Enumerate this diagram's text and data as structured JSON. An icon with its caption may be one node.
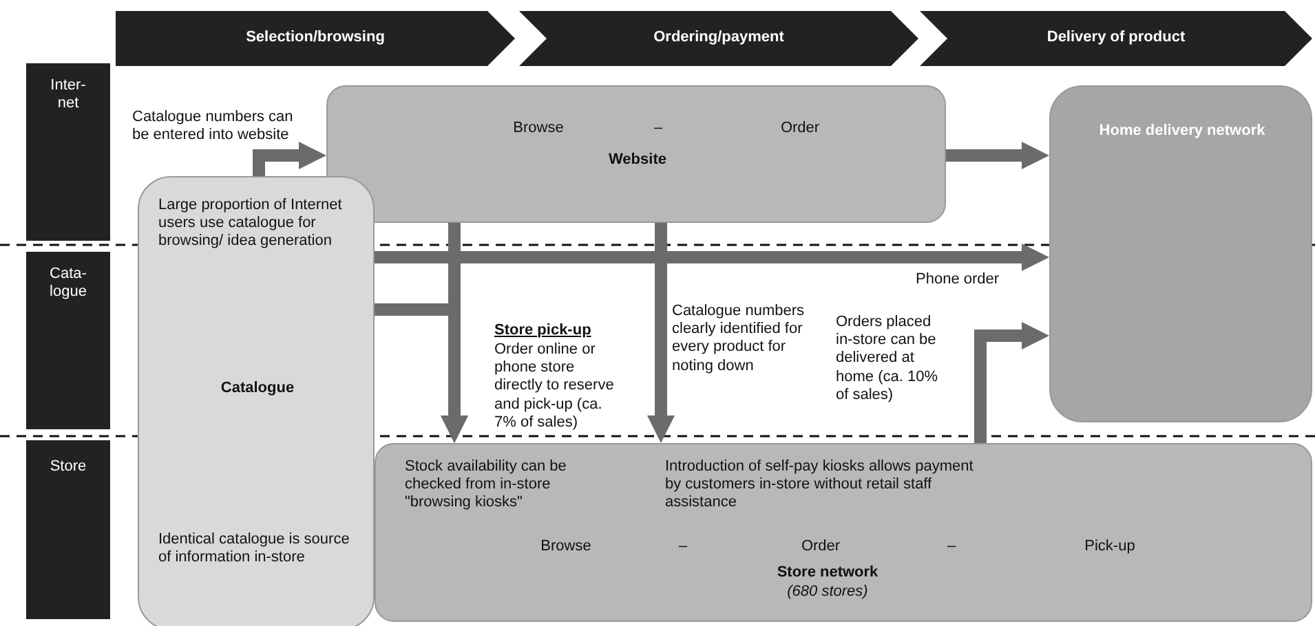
{
  "diagram": {
    "nodes": [
      {
        "text": [
          "Browse",
          "–",
          "Order",
          "Website"
        ]
      },
      {
        "text": [
          "Home delivery network"
        ]
      },
      {
        "text": [
          "Large proportion of Internet users use catalogue for browsing/ idea generation",
          "Catalogue",
          "Identical catalogue is source of information in-store"
        ]
      },
      {
        "text": [
          "Stock availability can be checked from in-store \"browsing kiosks\"",
          "Introduction of self-pay kiosks allows payment by customers in-store without retail staff assistance",
          "Browse",
          "–",
          "Order",
          "–",
          "Pick-up",
          "Store network",
          "(680 stores)"
        ]
      },
      {
        "text": [
          "Selection/browsing"
        ]
      },
      {
        "text": [
          "Ordering/payment"
        ]
      },
      {
        "text": [
          "Delivery of product"
        ]
      },
      {
        "text": [
          "Inter- net"
        ]
      },
      {
        "text": [
          "Cata- logue"
        ]
      },
      {
        "text": [
          "Store"
        ]
      }
    ],
    "edges": [
      {
        "from": 2,
        "to": 0,
        "arrow": "to"
      },
      {
        "from": 0,
        "to": 1,
        "arrow": "to"
      },
      {
        "from": 2,
        "to": 1,
        "arrow": "to",
        "label": "Phone order"
      },
      {
        "from": 2,
        "to": 3,
        "arrow": "to"
      },
      {
        "from": 0,
        "to": 3,
        "arrow": "to"
      },
      {
        "from": 0,
        "to": 3,
        "arrow": "to"
      },
      {
        "from": 3,
        "to": 1,
        "arrow": "to"
      }
    ],
    "labels": [
      "Catalogue numbers can be entered into website",
      "Store pick-up",
      "Order online or phone store directly to reserve and pick-up (ca. 7% of sales)",
      "Catalogue numbers clearly identified for every product for noting down",
      "Orders placed in-store can be delivered at home (ca. 10% of sales)"
    ]
  }
}
